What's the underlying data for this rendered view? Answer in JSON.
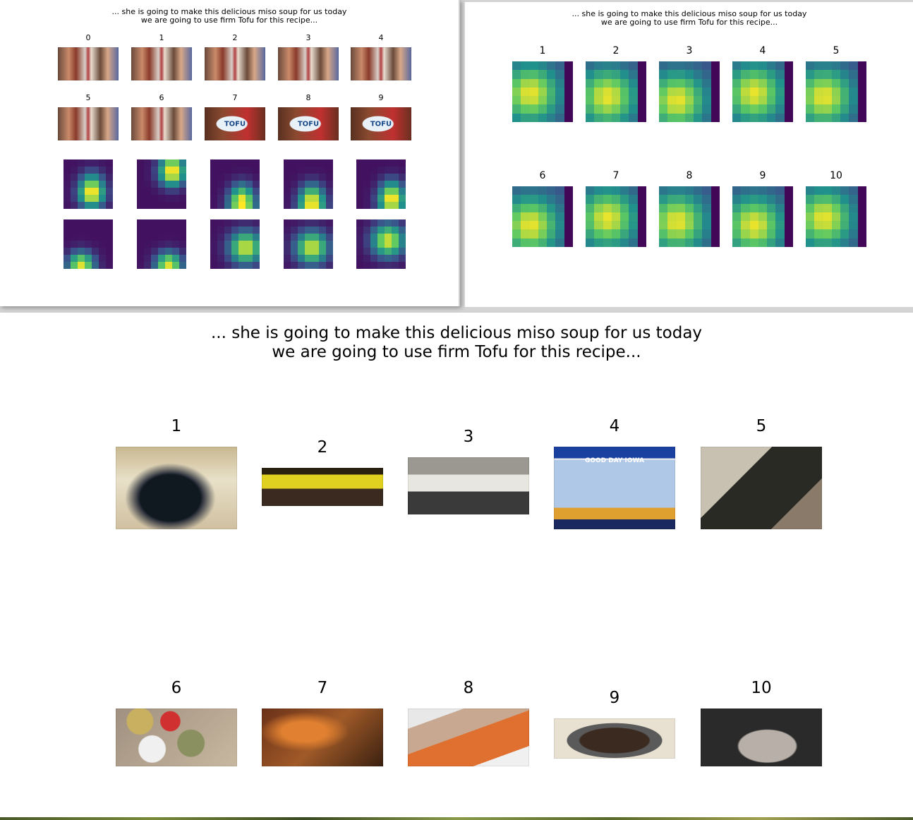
{
  "caption_line1": "... she is going to make this delicious miso soup for us today",
  "caption_line2": "we are going to use firm Tofu for this recipe...",
  "window_a": {
    "frame_labels": [
      "0",
      "1",
      "2",
      "3",
      "4",
      "5",
      "6",
      "7",
      "8",
      "9"
    ],
    "tofu_package_text": "TOFU"
  },
  "window_b": {
    "labels": [
      "1",
      "2",
      "3",
      "4",
      "5",
      "6",
      "7",
      "8",
      "9",
      "10"
    ]
  },
  "window_c": {
    "labels": [
      "1",
      "2",
      "3",
      "4",
      "5",
      "6",
      "7",
      "8",
      "9",
      "10"
    ],
    "banner_text": "GOOD DAY IOWA"
  },
  "colors": {
    "background": "#ffffff",
    "viridis_low": "#440154",
    "viridis_mid": "#21918c",
    "viridis_high": "#fde725"
  }
}
